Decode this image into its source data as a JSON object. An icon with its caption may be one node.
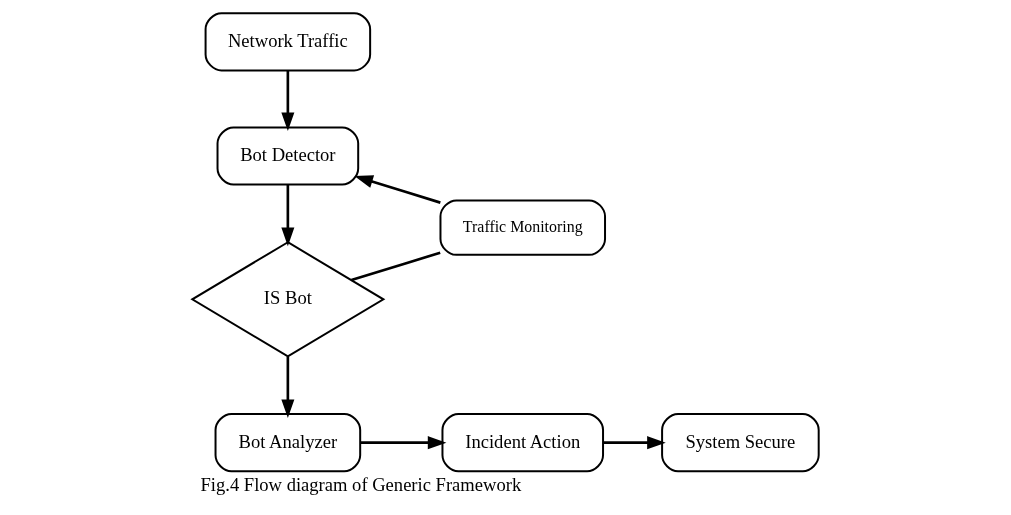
{
  "diagram": {
    "caption": "Fig.4 Flow diagram of Generic Framework",
    "nodes": [
      {
        "text": [
          "Network Traffic"
        ]
      },
      {
        "text": [
          "Bot Detector"
        ]
      },
      {
        "text": [
          "IS Bot"
        ]
      },
      {
        "text": [
          "Bot Analyzer"
        ]
      },
      {
        "text": [
          "Traffic Monitoring"
        ]
      },
      {
        "text": [
          "Incident Action"
        ]
      },
      {
        "text": [
          "System Secure"
        ]
      }
    ],
    "edges": [
      {
        "from": 0,
        "to": 1,
        "arrow": "to"
      },
      {
        "from": 1,
        "to": 2,
        "arrow": "to"
      },
      {
        "from": 2,
        "to": 3,
        "arrow": "to"
      },
      {
        "from": 2,
        "to": 4,
        "arrow": "none"
      },
      {
        "from": 4,
        "to": 1,
        "arrow": "to"
      },
      {
        "from": 3,
        "to": 5,
        "arrow": "to"
      },
      {
        "from": 5,
        "to": 6,
        "arrow": "to"
      }
    ]
  }
}
